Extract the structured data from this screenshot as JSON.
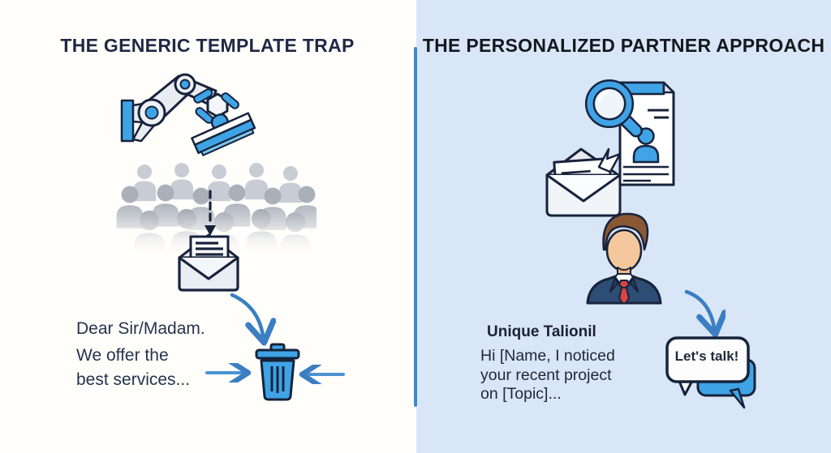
{
  "palette": {
    "left_bg": "#fffefb",
    "right_bg": "#d9e6f7",
    "divider_blue": "#3d8ac9",
    "accent_blue": "#3fa3e6",
    "arrow_blue": "#3b7ec2",
    "outline_navy": "#17233c",
    "title_navy": "#1f2845",
    "title_dark": "#14181f",
    "crowd_gray": "#a9b0ba",
    "suit_navy": "#2e4d74",
    "tie_red": "#d64444",
    "hair_brown": "#8a5733",
    "skin": "#f5c79d"
  },
  "left_panel": {
    "title": "THE GENERIC TEMPLATE TRAP",
    "letter_salutation": "Dear Sir/Madam.",
    "letter_body_lines": [
      "We offer the",
      "best services..."
    ]
  },
  "right_panel": {
    "title": "THE PERSONALIZED PARTNER APPROACH",
    "research_label": "Unique Talionil",
    "message_lines": [
      "Hi [Name, I noticed",
      "your recent project",
      "on [Topic]..."
    ],
    "bubble_text": "Let's talk!"
  },
  "icons": {
    "left": [
      "robot-stamp-arm-icon",
      "crowd-icon",
      "dashed-down-arrow-icon",
      "open-envelope-icon",
      "curved-arrow-icon",
      "converging-arrows-icon",
      "trash-can-icon"
    ],
    "right": [
      "magnifier-document-icon",
      "open-envelope-note-icon",
      "businessman-avatar-icon",
      "curved-arrow-icon",
      "chat-bubbles-icon"
    ]
  }
}
